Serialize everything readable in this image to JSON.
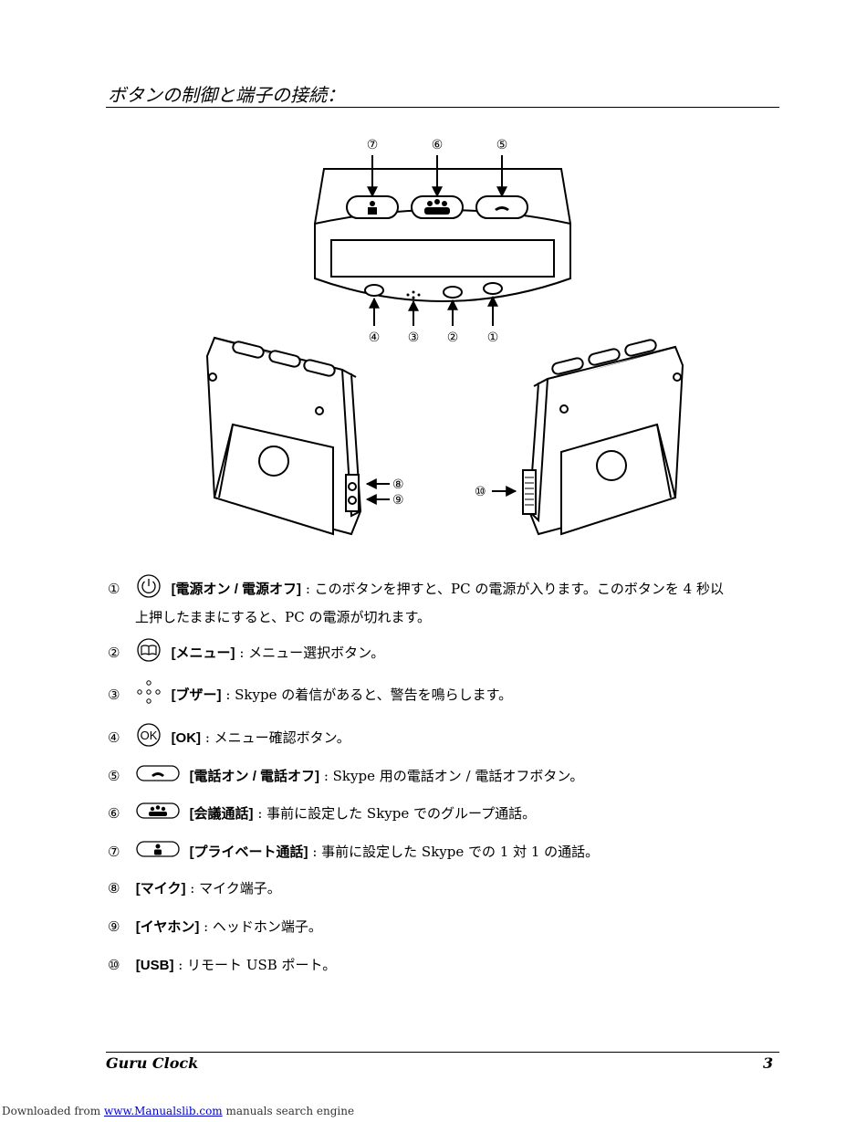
{
  "page": {
    "title": "ボタンの制御と端子の接続：",
    "figure_callouts": {
      "top": [
        "⑦",
        "⑥",
        "⑤"
      ],
      "bottom": [
        "④",
        "③",
        "②",
        "①"
      ],
      "left_side": [
        "⑧",
        "⑨"
      ],
      "right_side": [
        "⑩"
      ]
    },
    "items": [
      {
        "num": "①",
        "icon": "power-icon",
        "label": "[電源オン / 電源オフ]",
        "sep": " : ",
        "desc": "このボタンを押すと、PC の電源が入ります。このボタンを 4 秒以",
        "desc2": "上押したままにすると、PC の電源が切れます。"
      },
      {
        "num": "②",
        "icon": "book-icon",
        "label": "[メニュー]",
        "sep": " : ",
        "desc": "メニュー選択ボタン。"
      },
      {
        "num": "③",
        "icon": "buzzer-icon",
        "label": "[ブザー]",
        "sep": " : ",
        "desc": "Skype の着信があると、警告を鳴らします。"
      },
      {
        "num": "④",
        "icon": "ok-icon",
        "label": "[OK]",
        "sep": " : ",
        "desc": "メニュー確認ボタン。",
        "icon_text": "OK"
      },
      {
        "num": "⑤",
        "icon": "phone-icon",
        "label": "[電話オン / 電話オフ]",
        "sep": " : ",
        "desc": "Skype 用の電話オン / 電話オフボタン。"
      },
      {
        "num": "⑥",
        "icon": "group-icon",
        "label": "[会議通話]",
        "sep": " : ",
        "desc": "事前に設定した Skype でのグループ通話。"
      },
      {
        "num": "⑦",
        "icon": "person-icon",
        "label": "[プライベート通話]",
        "sep": " : ",
        "desc": "事前に設定した Skype での 1 対 1 の通話。"
      },
      {
        "num": "⑧",
        "label": "[マイク]",
        "sep": " : ",
        "desc": "マイク端子。"
      },
      {
        "num": "⑨",
        "label": "[イヤホン]",
        "sep": " : ",
        "desc": "ヘッドホン端子。"
      },
      {
        "num": "⑩",
        "label": "[USB]",
        "sep": " : ",
        "desc": "リモート USB ポート。"
      }
    ],
    "footer": {
      "left": "Guru Clock",
      "right": "3"
    },
    "download": {
      "prefix": "Downloaded from ",
      "link": "www.Manualslib.com",
      "suffix": " manuals search engine"
    }
  }
}
